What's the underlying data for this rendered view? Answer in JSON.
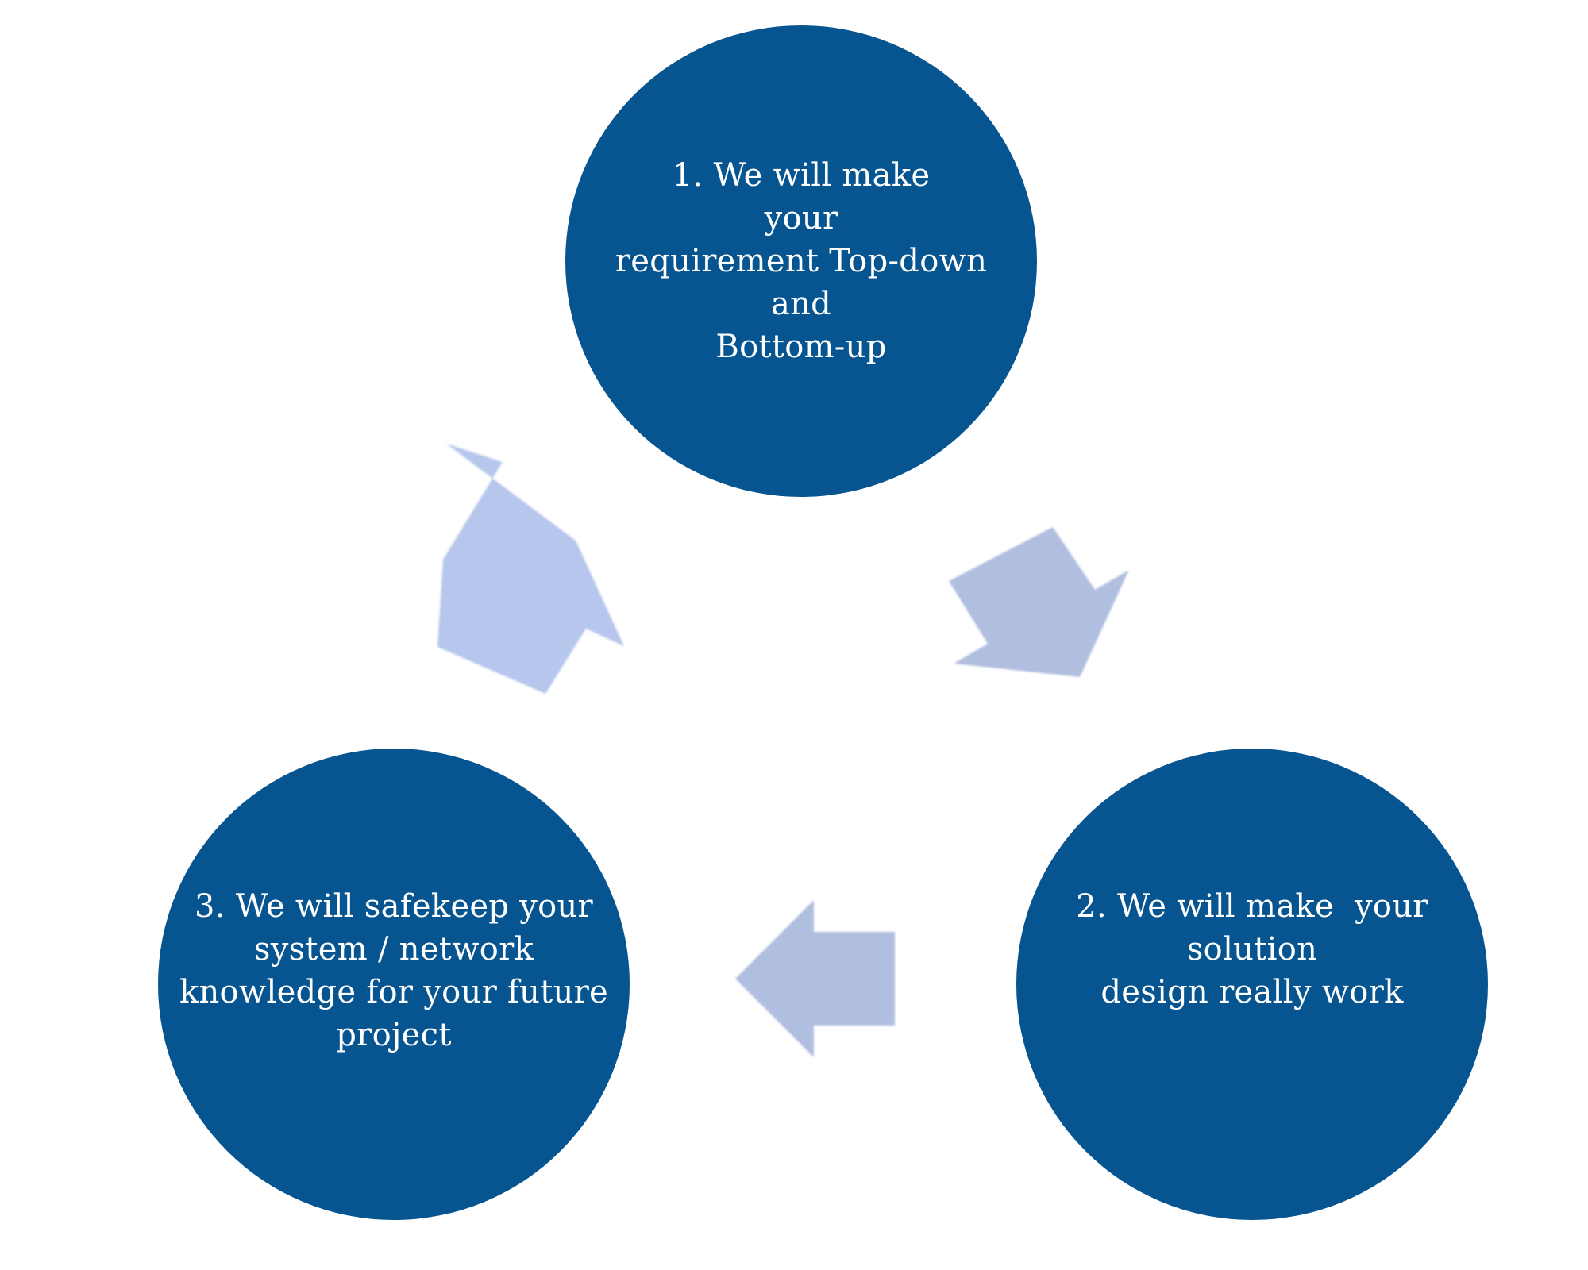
{
  "diagram": {
    "colors": {
      "circle_fill": "#065490",
      "circle_text": "#ffffff",
      "arrow_up_right": "#b6c6ec",
      "arrow_down_right": "#b0bedf",
      "arrow_left": "#b0bedf"
    },
    "steps": [
      {
        "id": "step-1",
        "text": "1. We will make\nyour\nrequirement Top-down\nand\nBottom-up"
      },
      {
        "id": "step-2",
        "text": "2. We will make  your\nsolution\ndesign really work"
      },
      {
        "id": "step-3",
        "text": "3. We will safekeep your\nsystem / network\nknowledge for your future\nproject"
      }
    ],
    "arrows": [
      {
        "name": "arrow-step3-to-step1",
        "direction": "up-right"
      },
      {
        "name": "arrow-step1-to-step2",
        "direction": "down-right"
      },
      {
        "name": "arrow-step2-to-step3",
        "direction": "left"
      }
    ]
  }
}
